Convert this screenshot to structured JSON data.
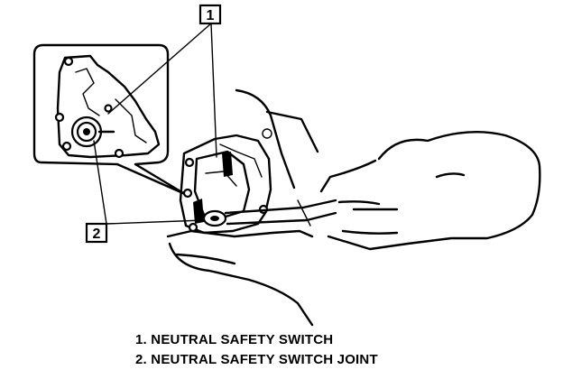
{
  "callouts": [
    {
      "number": "1"
    },
    {
      "number": "2"
    }
  ],
  "legend": [
    {
      "number": "1.",
      "text": "NEUTRAL SAFETY SWITCH"
    },
    {
      "number": "2.",
      "text": "NEUTRAL SAFETY SWITCH JOINT"
    }
  ]
}
